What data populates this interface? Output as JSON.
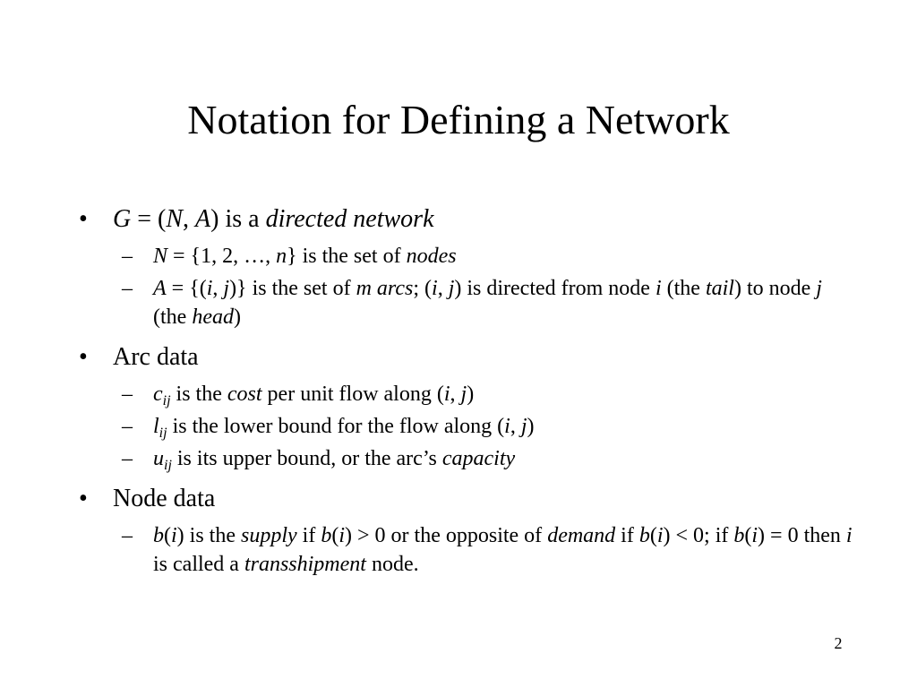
{
  "slide": {
    "title": "Notation for Defining a Network",
    "page_number": "2",
    "bullet_l1": "•",
    "bullet_l2": "–",
    "bullets": [
      {
        "parts": [
          {
            "t": "G",
            "i": true
          },
          {
            "t": " = (",
            "i": false
          },
          {
            "t": "N",
            "i": true
          },
          {
            "t": ", ",
            "i": false
          },
          {
            "t": "A",
            "i": true
          },
          {
            "t": ") is a ",
            "i": false
          },
          {
            "t": "directed network",
            "i": true
          }
        ],
        "subs": [
          {
            "parts": [
              {
                "t": "N",
                "i": true
              },
              {
                "t": " = {1, 2, …, ",
                "i": false
              },
              {
                "t": "n",
                "i": true
              },
              {
                "t": "} is the set of ",
                "i": false
              },
              {
                "t": "nodes",
                "i": true
              }
            ]
          },
          {
            "parts": [
              {
                "t": "A",
                "i": true
              },
              {
                "t": " = {(",
                "i": false
              },
              {
                "t": "i",
                "i": true
              },
              {
                "t": ", ",
                "i": false
              },
              {
                "t": "j",
                "i": true
              },
              {
                "t": ")} is the set of ",
                "i": false
              },
              {
                "t": "m arcs",
                "i": true
              },
              {
                "t": "; (",
                "i": false
              },
              {
                "t": "i",
                "i": true
              },
              {
                "t": ", ",
                "i": false
              },
              {
                "t": "j",
                "i": true
              },
              {
                "t": ") is directed from node ",
                "i": false
              },
              {
                "t": "i",
                "i": true
              },
              {
                "t": " (the ",
                "i": false
              },
              {
                "t": "tail",
                "i": true
              },
              {
                "t": ") to node ",
                "i": false
              },
              {
                "t": "j",
                "i": true
              },
              {
                "t": " (the ",
                "i": false
              },
              {
                "t": "head",
                "i": true
              },
              {
                "t": ")",
                "i": false
              }
            ]
          }
        ]
      },
      {
        "parts": [
          {
            "t": "Arc data",
            "i": false
          }
        ],
        "subs": [
          {
            "parts": [
              {
                "t": "c",
                "i": true
              },
              {
                "t": "ij",
                "i": true,
                "sub": true
              },
              {
                "t": " is the ",
                "i": false
              },
              {
                "t": "cost",
                "i": true
              },
              {
                "t": " per unit flow along (",
                "i": false
              },
              {
                "t": "i",
                "i": true
              },
              {
                "t": ", ",
                "i": false
              },
              {
                "t": "j",
                "i": true
              },
              {
                "t": ")",
                "i": false
              }
            ]
          },
          {
            "parts": [
              {
                "t": "l",
                "i": true
              },
              {
                "t": "ij",
                "i": true,
                "sub": true
              },
              {
                "t": " is the lower bound for the flow along (",
                "i": false
              },
              {
                "t": "i",
                "i": true
              },
              {
                "t": ", ",
                "i": false
              },
              {
                "t": "j",
                "i": true
              },
              {
                "t": ")",
                "i": false
              }
            ]
          },
          {
            "parts": [
              {
                "t": "u",
                "i": true
              },
              {
                "t": "ij",
                "i": true,
                "sub": true
              },
              {
                "t": " is its upper bound, or the arc’s ",
                "i": false
              },
              {
                "t": "capacity",
                "i": true
              }
            ]
          }
        ]
      },
      {
        "parts": [
          {
            "t": "Node data",
            "i": false
          }
        ],
        "subs": [
          {
            "parts": [
              {
                "t": "b",
                "i": true
              },
              {
                "t": "(",
                "i": false
              },
              {
                "t": "i",
                "i": true
              },
              {
                "t": ") is the ",
                "i": false
              },
              {
                "t": "supply",
                "i": true
              },
              {
                "t": " if ",
                "i": false
              },
              {
                "t": "b",
                "i": true
              },
              {
                "t": "(",
                "i": false
              },
              {
                "t": "i",
                "i": true
              },
              {
                "t": ") > 0 or the opposite of ",
                "i": false
              },
              {
                "t": "demand",
                "i": true
              },
              {
                "t": " if ",
                "i": false
              },
              {
                "t": "b",
                "i": true
              },
              {
                "t": "(",
                "i": false
              },
              {
                "t": "i",
                "i": true
              },
              {
                "t": ") < 0;  if ",
                "i": false
              },
              {
                "t": "b",
                "i": true
              },
              {
                "t": "(",
                "i": false
              },
              {
                "t": "i",
                "i": true
              },
              {
                "t": ") = 0 then ",
                "i": false
              },
              {
                "t": "i",
                "i": true
              },
              {
                "t": " is called a ",
                "i": false
              },
              {
                "t": "transshipment",
                "i": true
              },
              {
                "t": " node.",
                "i": false
              }
            ]
          }
        ]
      }
    ]
  }
}
